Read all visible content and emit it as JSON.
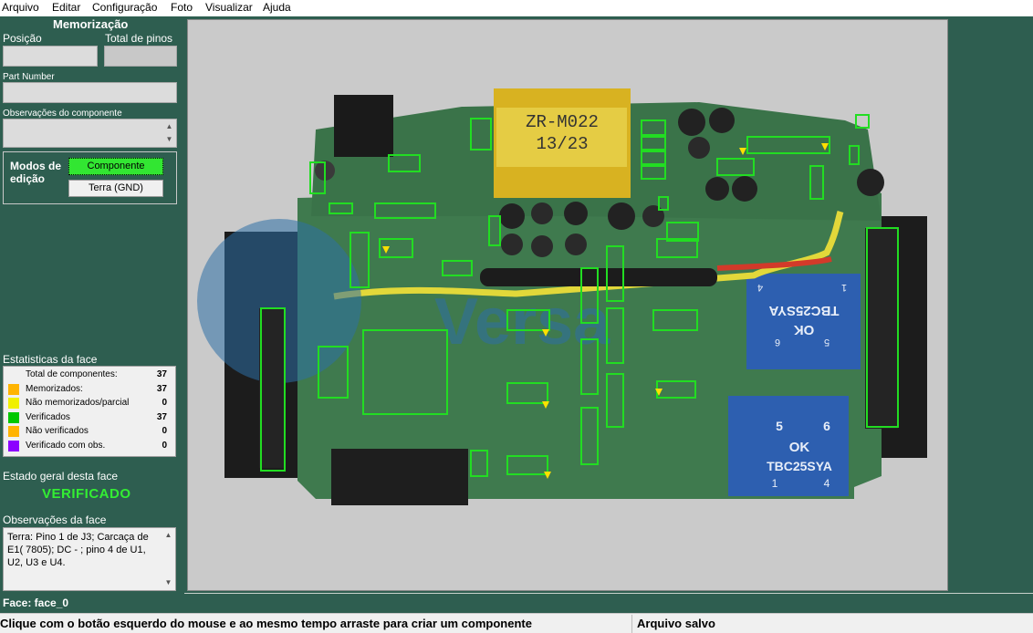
{
  "menu": [
    "Arquivo",
    "Editar",
    "Configuração",
    "Foto",
    "Visualizar",
    "Ajuda"
  ],
  "memorization": {
    "title": "Memorização",
    "position_label": "Posição",
    "total_pins_label": "Total de pinos",
    "part_number_label": "Part Number",
    "component_obs_label": "Observações do componente"
  },
  "edit_modes": {
    "label_line1": "Modos de",
    "label_line2": "edição",
    "component_button": "Componente",
    "ground_button": "Terra (GND)"
  },
  "face_stats": {
    "title": "Estatisticas da face",
    "rows": [
      {
        "label": "Total de componentes:",
        "value": "37",
        "color": ""
      },
      {
        "label": "Memorizados:",
        "value": "37",
        "color": "#ffb400"
      },
      {
        "label": "Não memorizados/parcial",
        "value": "0",
        "color": "#f0f000"
      },
      {
        "label": "Verificados",
        "value": "37",
        "color": "#00c800"
      },
      {
        "label": "Não verificados",
        "value": "0",
        "color": "#ffb400"
      },
      {
        "label": "Verificado com obs.",
        "value": "0",
        "color": "#8c00ff"
      }
    ]
  },
  "face_state": {
    "title": "Estado geral desta face",
    "value": "VERIFICADO"
  },
  "face_obs": {
    "title": "Observações da face",
    "text": "Terra: Pino 1 de J3; Carcaça de E1( 7805); DC - ; pino 4 de U1, U2, U3 e U4."
  },
  "face_name": "Face: face_0",
  "photo": {
    "transformer_text_1": "ZR-M022",
    "transformer_text_2": "13/23",
    "relay_upper_1": "TBC25SYA",
    "relay_upper_2": "OK",
    "relay_lower_1": "OK",
    "relay_lower_2": "TBC25SYA",
    "relay_pin_1": "1",
    "relay_pin_4": "4",
    "relay_pin_5": "5",
    "relay_pin_6": "6",
    "watermark": "Versa"
  },
  "status": {
    "left": "Clique com o botão esquerdo do mouse e ao mesmo tempo arraste para criar um componente",
    "right": "Arquivo salvo"
  },
  "colors": {
    "panel_bg": "#2e5e50",
    "accent_green": "#33ee33",
    "box_green": "#22dd22"
  }
}
